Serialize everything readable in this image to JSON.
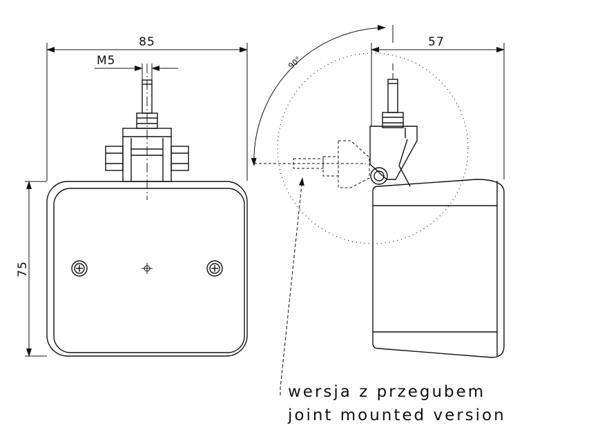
{
  "dimensions": {
    "width": "85",
    "thread": "M5",
    "height": "75",
    "depth": "57",
    "angle": "90°"
  },
  "note": {
    "line_pl": "wersja z przegubem",
    "line_en": "joint mounted version"
  },
  "colors": {
    "line": "#111111",
    "background": "#ffffff"
  }
}
